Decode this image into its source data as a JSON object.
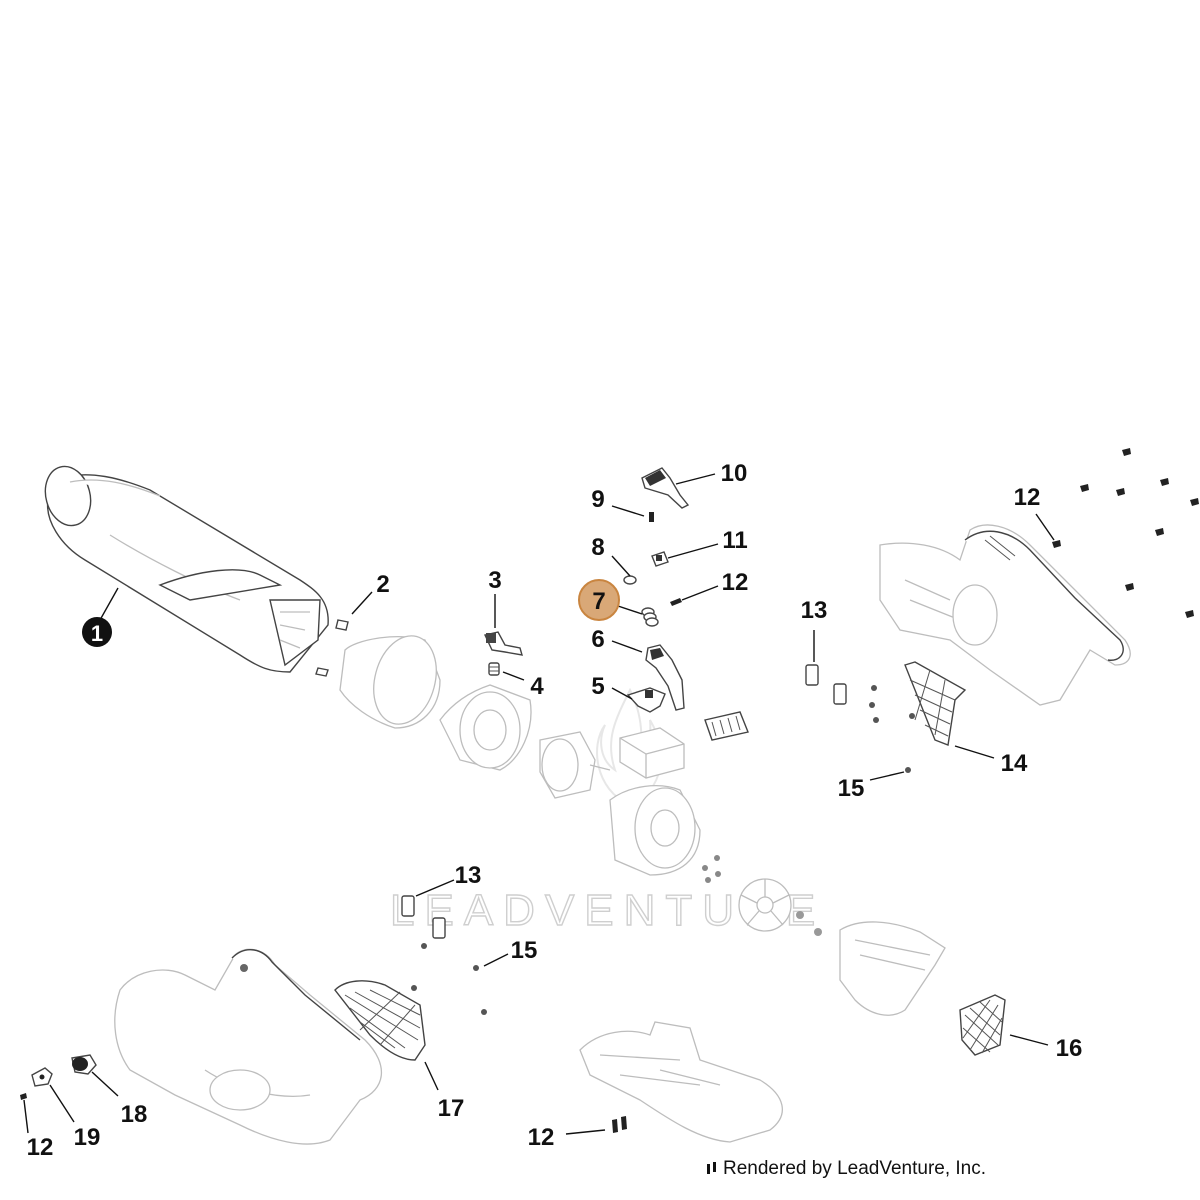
{
  "diagram": {
    "watermark_text": "LEADVENTURE",
    "footer_text": "Rendered by LeadVenture, Inc.",
    "highlight_color": "#d9a877",
    "callouts": [
      {
        "id": "c1",
        "label": "1",
        "style": "filled-black"
      },
      {
        "id": "c2",
        "label": "2"
      },
      {
        "id": "c3",
        "label": "3"
      },
      {
        "id": "c4",
        "label": "4"
      },
      {
        "id": "c5",
        "label": "5"
      },
      {
        "id": "c6",
        "label": "6"
      },
      {
        "id": "c7",
        "label": "7",
        "style": "highlighted"
      },
      {
        "id": "c8",
        "label": "8"
      },
      {
        "id": "c9",
        "label": "9"
      },
      {
        "id": "c10",
        "label": "10"
      },
      {
        "id": "c11",
        "label": "11"
      },
      {
        "id": "c12a",
        "label": "12"
      },
      {
        "id": "c12b",
        "label": "12"
      },
      {
        "id": "c12c",
        "label": "12"
      },
      {
        "id": "c12d",
        "label": "12"
      },
      {
        "id": "c13a",
        "label": "13"
      },
      {
        "id": "c13b",
        "label": "13"
      },
      {
        "id": "c14",
        "label": "14"
      },
      {
        "id": "c15a",
        "label": "15"
      },
      {
        "id": "c15b",
        "label": "15"
      },
      {
        "id": "c16",
        "label": "16"
      },
      {
        "id": "c17",
        "label": "17"
      },
      {
        "id": "c18",
        "label": "18"
      },
      {
        "id": "c19",
        "label": "19"
      }
    ]
  }
}
